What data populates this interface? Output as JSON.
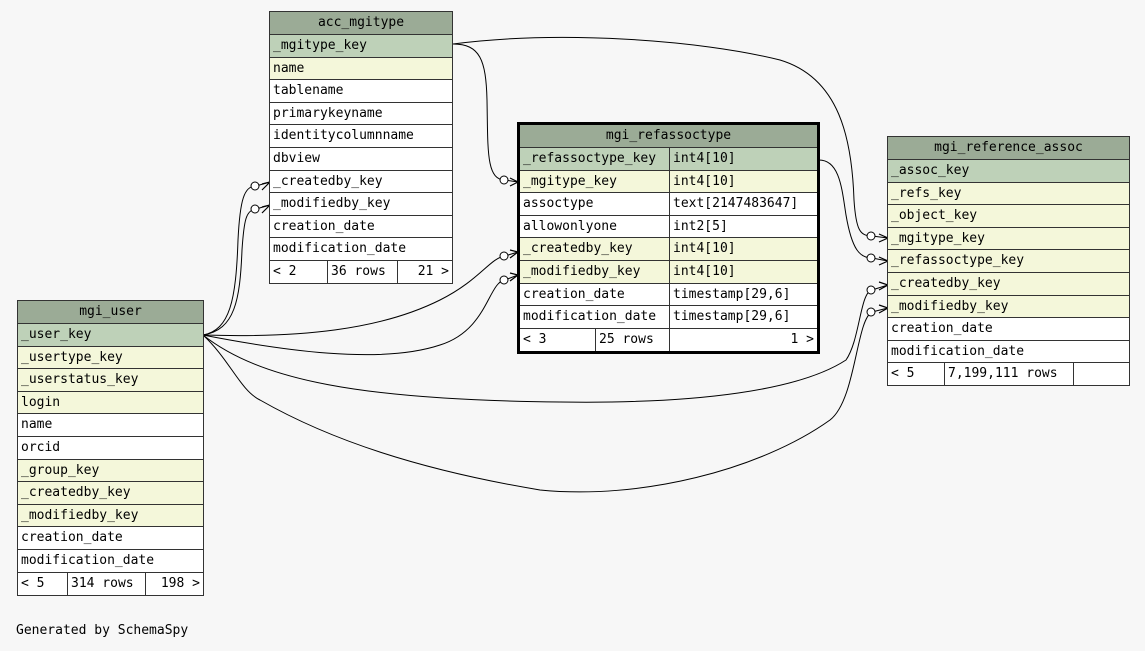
{
  "tables": {
    "acc_mgitype": {
      "name": "acc_mgitype",
      "columns": [
        {
          "name": "_mgitype_key",
          "kind": "pk"
        },
        {
          "name": "name",
          "kind": "fk"
        },
        {
          "name": "tablename",
          "kind": "plain"
        },
        {
          "name": "primarykeyname",
          "kind": "plain"
        },
        {
          "name": "identitycolumnname",
          "kind": "plain"
        },
        {
          "name": "dbview",
          "kind": "plain"
        },
        {
          "name": "_createdby_key",
          "kind": "plain"
        },
        {
          "name": "_modifiedby_key",
          "kind": "plain"
        },
        {
          "name": "creation_date",
          "kind": "plain"
        },
        {
          "name": "modification_date",
          "kind": "plain"
        }
      ],
      "footer": {
        "parents": "< 2",
        "rows": "36 rows",
        "children": "21 >"
      }
    },
    "mgi_user": {
      "name": "mgi_user",
      "columns": [
        {
          "name": "_user_key",
          "kind": "pk"
        },
        {
          "name": "_usertype_key",
          "kind": "fk"
        },
        {
          "name": "_userstatus_key",
          "kind": "fk"
        },
        {
          "name": "login",
          "kind": "fk"
        },
        {
          "name": "name",
          "kind": "plain"
        },
        {
          "name": "orcid",
          "kind": "plain"
        },
        {
          "name": "_group_key",
          "kind": "fk"
        },
        {
          "name": "_createdby_key",
          "kind": "fk"
        },
        {
          "name": "_modifiedby_key",
          "kind": "fk"
        },
        {
          "name": "creation_date",
          "kind": "plain"
        },
        {
          "name": "modification_date",
          "kind": "plain"
        }
      ],
      "footer": {
        "parents": "< 5",
        "rows": "314 rows",
        "children": "198 >"
      }
    },
    "mgi_refassoctype": {
      "name": "mgi_refassoctype",
      "columns": [
        {
          "name": "_refassoctype_key",
          "type": "int4[10]",
          "kind": "pk"
        },
        {
          "name": "_mgitype_key",
          "type": "int4[10]",
          "kind": "fk"
        },
        {
          "name": "assoctype",
          "type": "text[2147483647]",
          "kind": "plain"
        },
        {
          "name": "allowonlyone",
          "type": "int2[5]",
          "kind": "plain"
        },
        {
          "name": "_createdby_key",
          "type": "int4[10]",
          "kind": "fk"
        },
        {
          "name": "_modifiedby_key",
          "type": "int4[10]",
          "kind": "fk"
        },
        {
          "name": "creation_date",
          "type": "timestamp[29,6]",
          "kind": "plain"
        },
        {
          "name": "modification_date",
          "type": "timestamp[29,6]",
          "kind": "plain"
        }
      ],
      "footer": {
        "parents": "< 3",
        "rows": "25 rows",
        "children": "1 >"
      }
    },
    "mgi_reference_assoc": {
      "name": "mgi_reference_assoc",
      "columns": [
        {
          "name": "_assoc_key",
          "kind": "pk"
        },
        {
          "name": "_refs_key",
          "kind": "fk"
        },
        {
          "name": "_object_key",
          "kind": "fk"
        },
        {
          "name": "_mgitype_key",
          "kind": "fk"
        },
        {
          "name": "_refassoctype_key",
          "kind": "fk"
        },
        {
          "name": "_createdby_key",
          "kind": "fk"
        },
        {
          "name": "_modifiedby_key",
          "kind": "fk"
        },
        {
          "name": "creation_date",
          "kind": "plain"
        },
        {
          "name": "modification_date",
          "kind": "plain"
        }
      ],
      "footer": {
        "parents": "< 5",
        "rows": "7,199,111 rows",
        "children": ""
      }
    }
  },
  "relationships": [
    {
      "from": "acc_mgitype._mgitype_key",
      "to": "mgi_refassoctype._mgitype_key"
    },
    {
      "from": "acc_mgitype._mgitype_key",
      "to": "mgi_reference_assoc._mgitype_key"
    },
    {
      "from": "mgi_refassoctype._refassoctype_key",
      "to": "mgi_reference_assoc._refassoctype_key"
    },
    {
      "from": "mgi_user._user_key",
      "to": "acc_mgitype._createdby_key"
    },
    {
      "from": "mgi_user._user_key",
      "to": "acc_mgitype._modifiedby_key"
    },
    {
      "from": "mgi_user._user_key",
      "to": "mgi_refassoctype._createdby_key"
    },
    {
      "from": "mgi_user._user_key",
      "to": "mgi_refassoctype._modifiedby_key"
    },
    {
      "from": "mgi_user._user_key",
      "to": "mgi_reference_assoc._createdby_key"
    },
    {
      "from": "mgi_user._user_key",
      "to": "mgi_reference_assoc._modifiedby_key"
    }
  ],
  "footer_note": "Generated by SchemaSpy",
  "colors": {
    "header": "#9bab96",
    "primary_key": "#bed1b8",
    "foreign_key": "#f4f7da",
    "background": "#f7f7f7"
  }
}
